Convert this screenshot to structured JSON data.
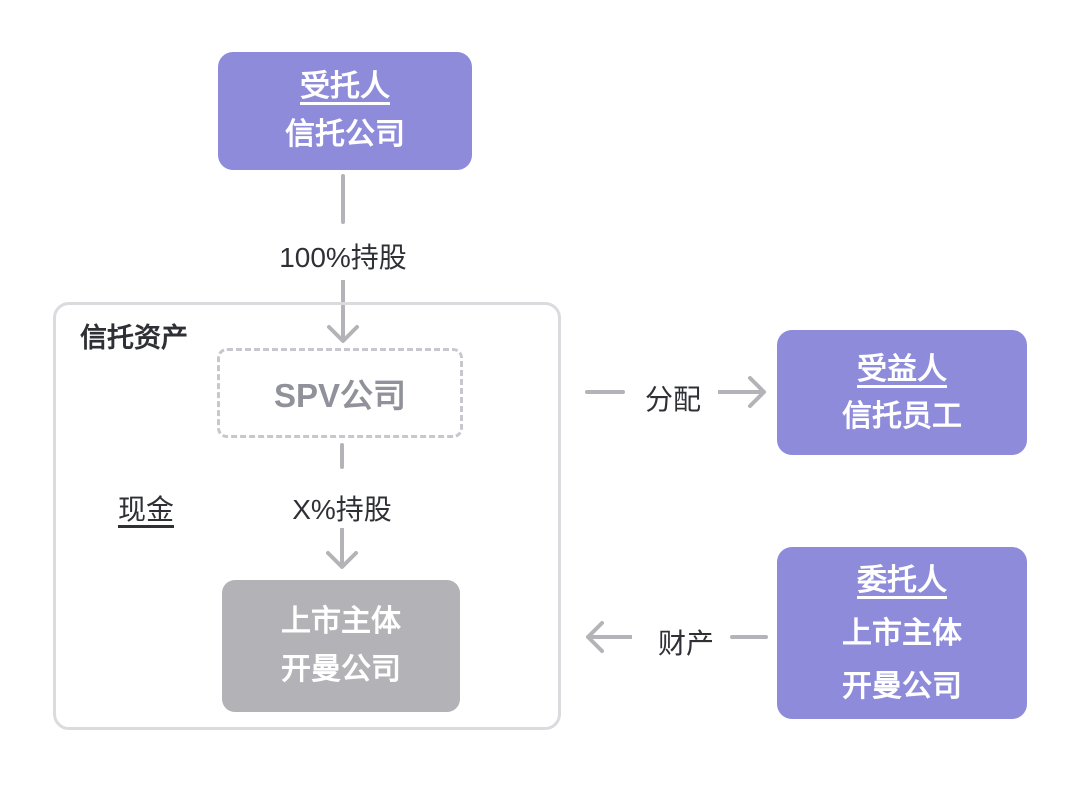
{
  "diagram": {
    "nodes": {
      "trustee": {
        "line1": "受托人",
        "line2": "信托公司"
      },
      "beneficiary": {
        "line1": "受益人",
        "line2": "信托员工"
      },
      "settlor": {
        "line1": "委托人",
        "line2": "上市主体",
        "line3": "开曼公司"
      },
      "listed": {
        "line1": "上市主体",
        "line2": "开曼公司"
      },
      "spv": {
        "label": "SPV公司"
      },
      "trust_assets_container": {
        "label": "信托资产"
      }
    },
    "edges": {
      "holding_100": "100%持股",
      "holding_x": "X%持股",
      "cash": "现金",
      "distribution": "分配",
      "property": "财产"
    }
  },
  "colors": {
    "background": "#FFFFFF",
    "purple": "#8E8BDB",
    "gray-node": "#B2B2B7",
    "line": "#B3B3B8",
    "container-border": "#DADBDE",
    "dashed-border": "#C7C8CE",
    "spv-text": "#90919A",
    "text-dark": "#2F3036",
    "node-text": "#FFFFFF"
  }
}
